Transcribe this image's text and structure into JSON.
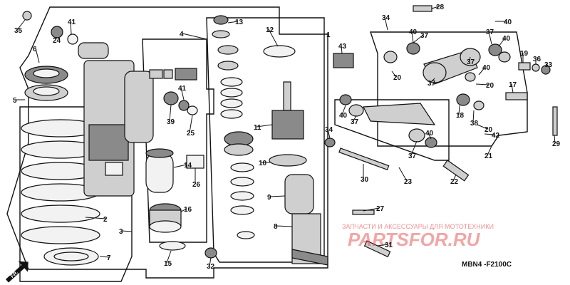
{
  "diagram": {
    "drawing_code": "MBN4 -F2100C",
    "watermark": {
      "tagline": "ЗАПЧАСТИ И АКСЕССУАРЫ ДЛЯ МОТОТЕХНИКИ",
      "brand": "PARTSFOR.RU",
      "color": "#e23b3b"
    },
    "direction_marker": "FR.",
    "part_labels": [
      "1",
      "2",
      "3",
      "4",
      "5",
      "6",
      "7",
      "8",
      "9",
      "10",
      "11",
      "12",
      "13",
      "14",
      "15",
      "16",
      "17",
      "18",
      "19",
      "20",
      "20",
      "20",
      "21",
      "22",
      "23",
      "24",
      "25",
      "26",
      "27",
      "28",
      "29",
      "30",
      "31",
      "32",
      "33",
      "34",
      "34",
      "35",
      "36",
      "37",
      "37",
      "37",
      "37",
      "37",
      "37",
      "38",
      "39",
      "40",
      "40",
      "40",
      "40",
      "40",
      "40",
      "41",
      "41",
      "42",
      "43"
    ]
  }
}
